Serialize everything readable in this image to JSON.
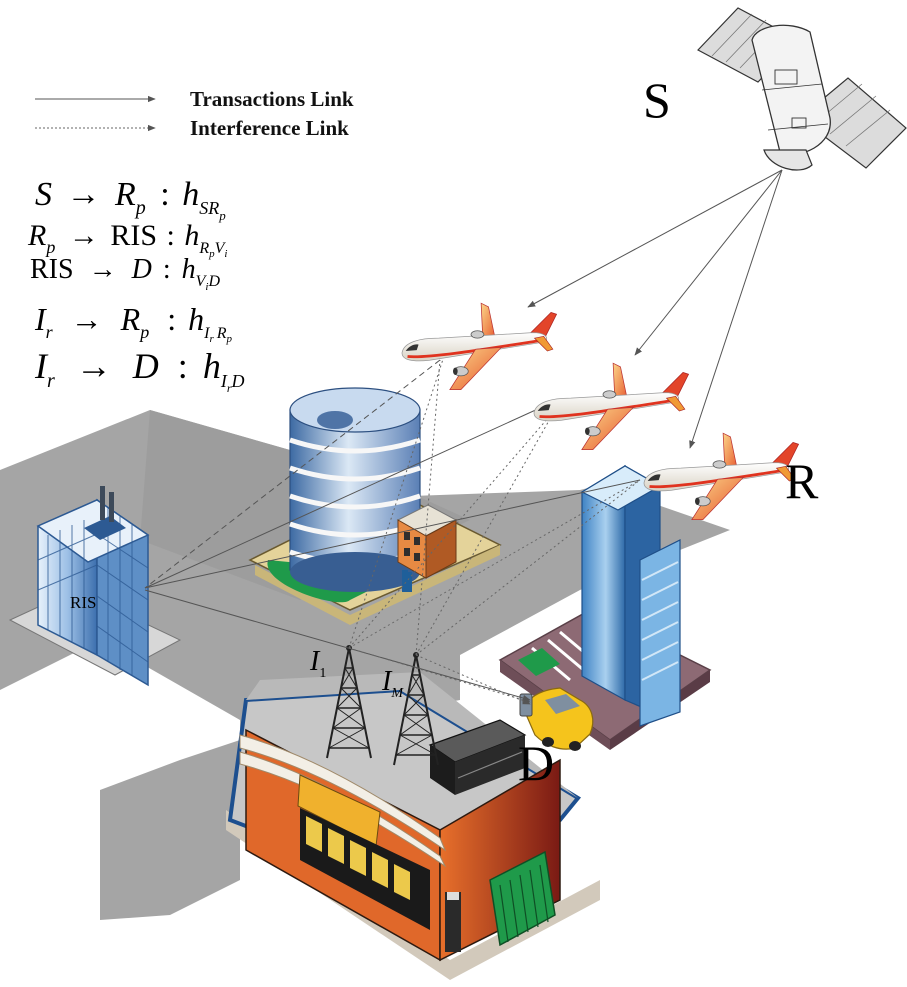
{
  "legend": {
    "transactions_label": "Transactions Link",
    "interference_label": "Interference Link"
  },
  "nodes": {
    "satellite": "S",
    "relay": "R",
    "ris": "RIS",
    "destination": "D",
    "interferer_1": "I",
    "interferer_1_sub": "1",
    "interferer_m": "I",
    "interferer_m_sub": "M"
  },
  "equations": [
    {
      "from": "S",
      "from_sub": "",
      "to": "R",
      "to_sub": "p",
      "h": "h",
      "h_sub": "SR",
      "h_subsub": "p"
    },
    {
      "from": "R",
      "from_sub": "p",
      "to": "RIS",
      "to_sub": "",
      "h": "h",
      "h_sub": "R",
      "h_subsub": "p",
      "h_sub2": "V",
      "h_sub2sub": "i"
    },
    {
      "from": "RIS",
      "from_sub": "",
      "to": "D",
      "to_sub": "",
      "h": "h",
      "h_sub": "V",
      "h_subsub": "i",
      "h_sub2": "D"
    },
    {
      "from": "I",
      "from_sub": "r",
      "to": "R",
      "to_sub": "p",
      "h": "h",
      "h_sub": "I",
      "h_subsub": "r",
      "h_sub2": "R",
      "h_sub2sub": "p"
    },
    {
      "from": "I",
      "from_sub": "r",
      "to": "D",
      "to_sub": "",
      "h": "h",
      "h_sub": "I",
      "h_subsub": "r",
      "h_sub2": "D"
    }
  ],
  "symbols": {
    "arrow": "→",
    "colon": ":"
  },
  "colors": {
    "road": "#a5a5a5",
    "plane_body": "#f3f1ea",
    "plane_red": "#e0331f",
    "plane_orange": "#f2a338",
    "building_blue": "#6f9fce",
    "storefront_orange": "#e0682a",
    "car_yellow": "#f5c41c"
  }
}
